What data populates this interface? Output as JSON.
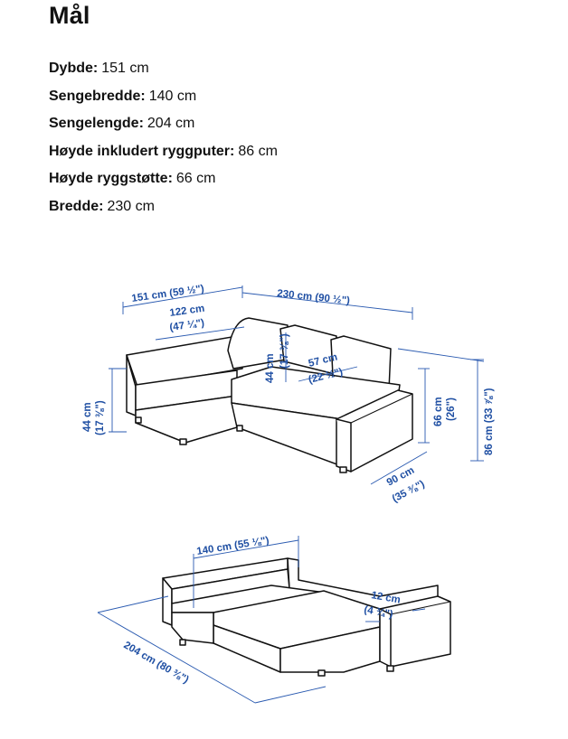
{
  "heading": "Mål",
  "specs": [
    {
      "label": "Dybde:",
      "value": "151 cm"
    },
    {
      "label": "Sengebredde:",
      "value": "140 cm"
    },
    {
      "label": "Sengelengde:",
      "value": "204 cm"
    },
    {
      "label": "Høyde inkludert ryggputer:",
      "value": "86 cm"
    },
    {
      "label": "Høyde ryggstøtte:",
      "value": "66 cm"
    },
    {
      "label": "Bredde:",
      "value": "230 cm"
    }
  ],
  "dimensions": {
    "depth": "151 cm (59 ½\")",
    "width": "230 cm (90 ½\")",
    "chaise_inner_cm": "122 cm",
    "chaise_inner_in": "(47 ¼\")",
    "seat_height_left_cm": "44 cm",
    "seat_height_left_in": "(17 ⅜\")",
    "seat_height_center_cm": "44 cm",
    "seat_height_center_in": "(17 ⅜\")",
    "seat_depth_cm": "57 cm",
    "seat_depth_in": "(22 ½\")",
    "back_height_cm": "66 cm",
    "back_height_in": "(26\")",
    "total_height": "86 cm (33 ⅞\")",
    "depth_right_cm": "90 cm",
    "depth_right_in": "(35 ⅜\")",
    "bed_width": "140 cm (55 ⅛\")",
    "armrest_width_cm": "12 cm",
    "armrest_width_in": "(4 ¾\")",
    "bed_length": "204 cm (80 ⅜\")"
  },
  "colors": {
    "dimension_blue": "#1f4fa3"
  }
}
